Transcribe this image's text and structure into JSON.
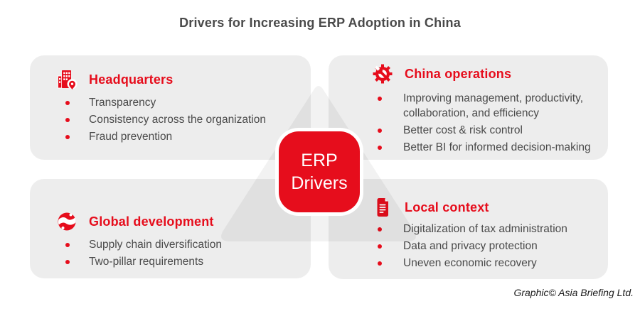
{
  "title": "Drivers for Increasing ERP Adoption in China",
  "center": {
    "label": "ERP\nDrivers"
  },
  "quadrants": [
    {
      "id": "headquarters",
      "icon": "building-location-icon",
      "title": "Headquarters",
      "items": [
        "Transparency",
        "Consistency across the organization",
        "Fraud prevention"
      ]
    },
    {
      "id": "china-operations",
      "icon": "gear-wrench-icon",
      "title": "China operations",
      "items": [
        "Improving management, productivity, collaboration, and efficiency",
        "Better cost & risk control",
        "Better BI for informed decision-making"
      ]
    },
    {
      "id": "global-development",
      "icon": "globe-icon",
      "title": "Global development",
      "items": [
        "Supply chain diversification",
        "Two-pillar requirements"
      ]
    },
    {
      "id": "local-context",
      "icon": "document-icon",
      "title": "Local context",
      "items": [
        "Digitalization of tax administration",
        "Data and privacy protection",
        "Uneven economic recovery"
      ]
    }
  ],
  "footer": {
    "credit": "Graphic© Asia Briefing Ltd."
  },
  "colors": {
    "accent_red": "#e60d1c",
    "panel_gray": "#ededed",
    "text_dark": "#4a4a4a"
  }
}
